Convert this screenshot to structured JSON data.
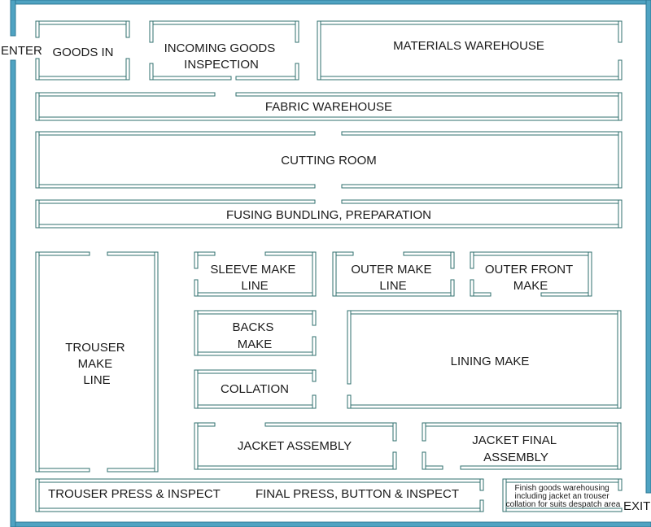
{
  "colors": {
    "outer_wall": "#4fa3c2",
    "inner_wall_stroke": "#2f6f6e",
    "inner_wall_fill": "#ffffff",
    "text": "#1a1a1a"
  },
  "markers": {
    "enter": "ENTER",
    "exit": "EXIT"
  },
  "rooms": {
    "goods_in": [
      "GOODS IN"
    ],
    "incoming_inspection": [
      "INCOMING GOODS",
      "INSPECTION"
    ],
    "materials_warehouse": [
      "MATERIALS WAREHOUSE"
    ],
    "fabric_warehouse": [
      "FABRIC WAREHOUSE"
    ],
    "cutting_room": [
      "CUTTING ROOM"
    ],
    "fusing": [
      "FUSING BUNDLING, PREPARATION"
    ],
    "trouser_make": [
      "TROUSER",
      "MAKE",
      "LINE"
    ],
    "sleeve_make": [
      "SLEEVE MAKE",
      "LINE"
    ],
    "outer_make": [
      "OUTER MAKE",
      "LINE"
    ],
    "outer_front": [
      "OUTER FRONT",
      "MAKE"
    ],
    "backs_make": [
      "BACKS",
      "MAKE"
    ],
    "lining_make": [
      "LINING MAKE"
    ],
    "collation": [
      "COLLATION"
    ],
    "jacket_assembly": [
      "JACKET ASSEMBLY"
    ],
    "jacket_final": [
      "JACKET FINAL",
      "ASSEMBLY"
    ],
    "trouser_press": [
      "TROUSER PRESS & INSPECT"
    ],
    "final_press": [
      "FINAL PRESS, BUTTON & INSPECT"
    ],
    "finish_goods": [
      "Finish goods warehousing",
      "including jacket an trouser",
      "collation for suits despatch area"
    ]
  }
}
